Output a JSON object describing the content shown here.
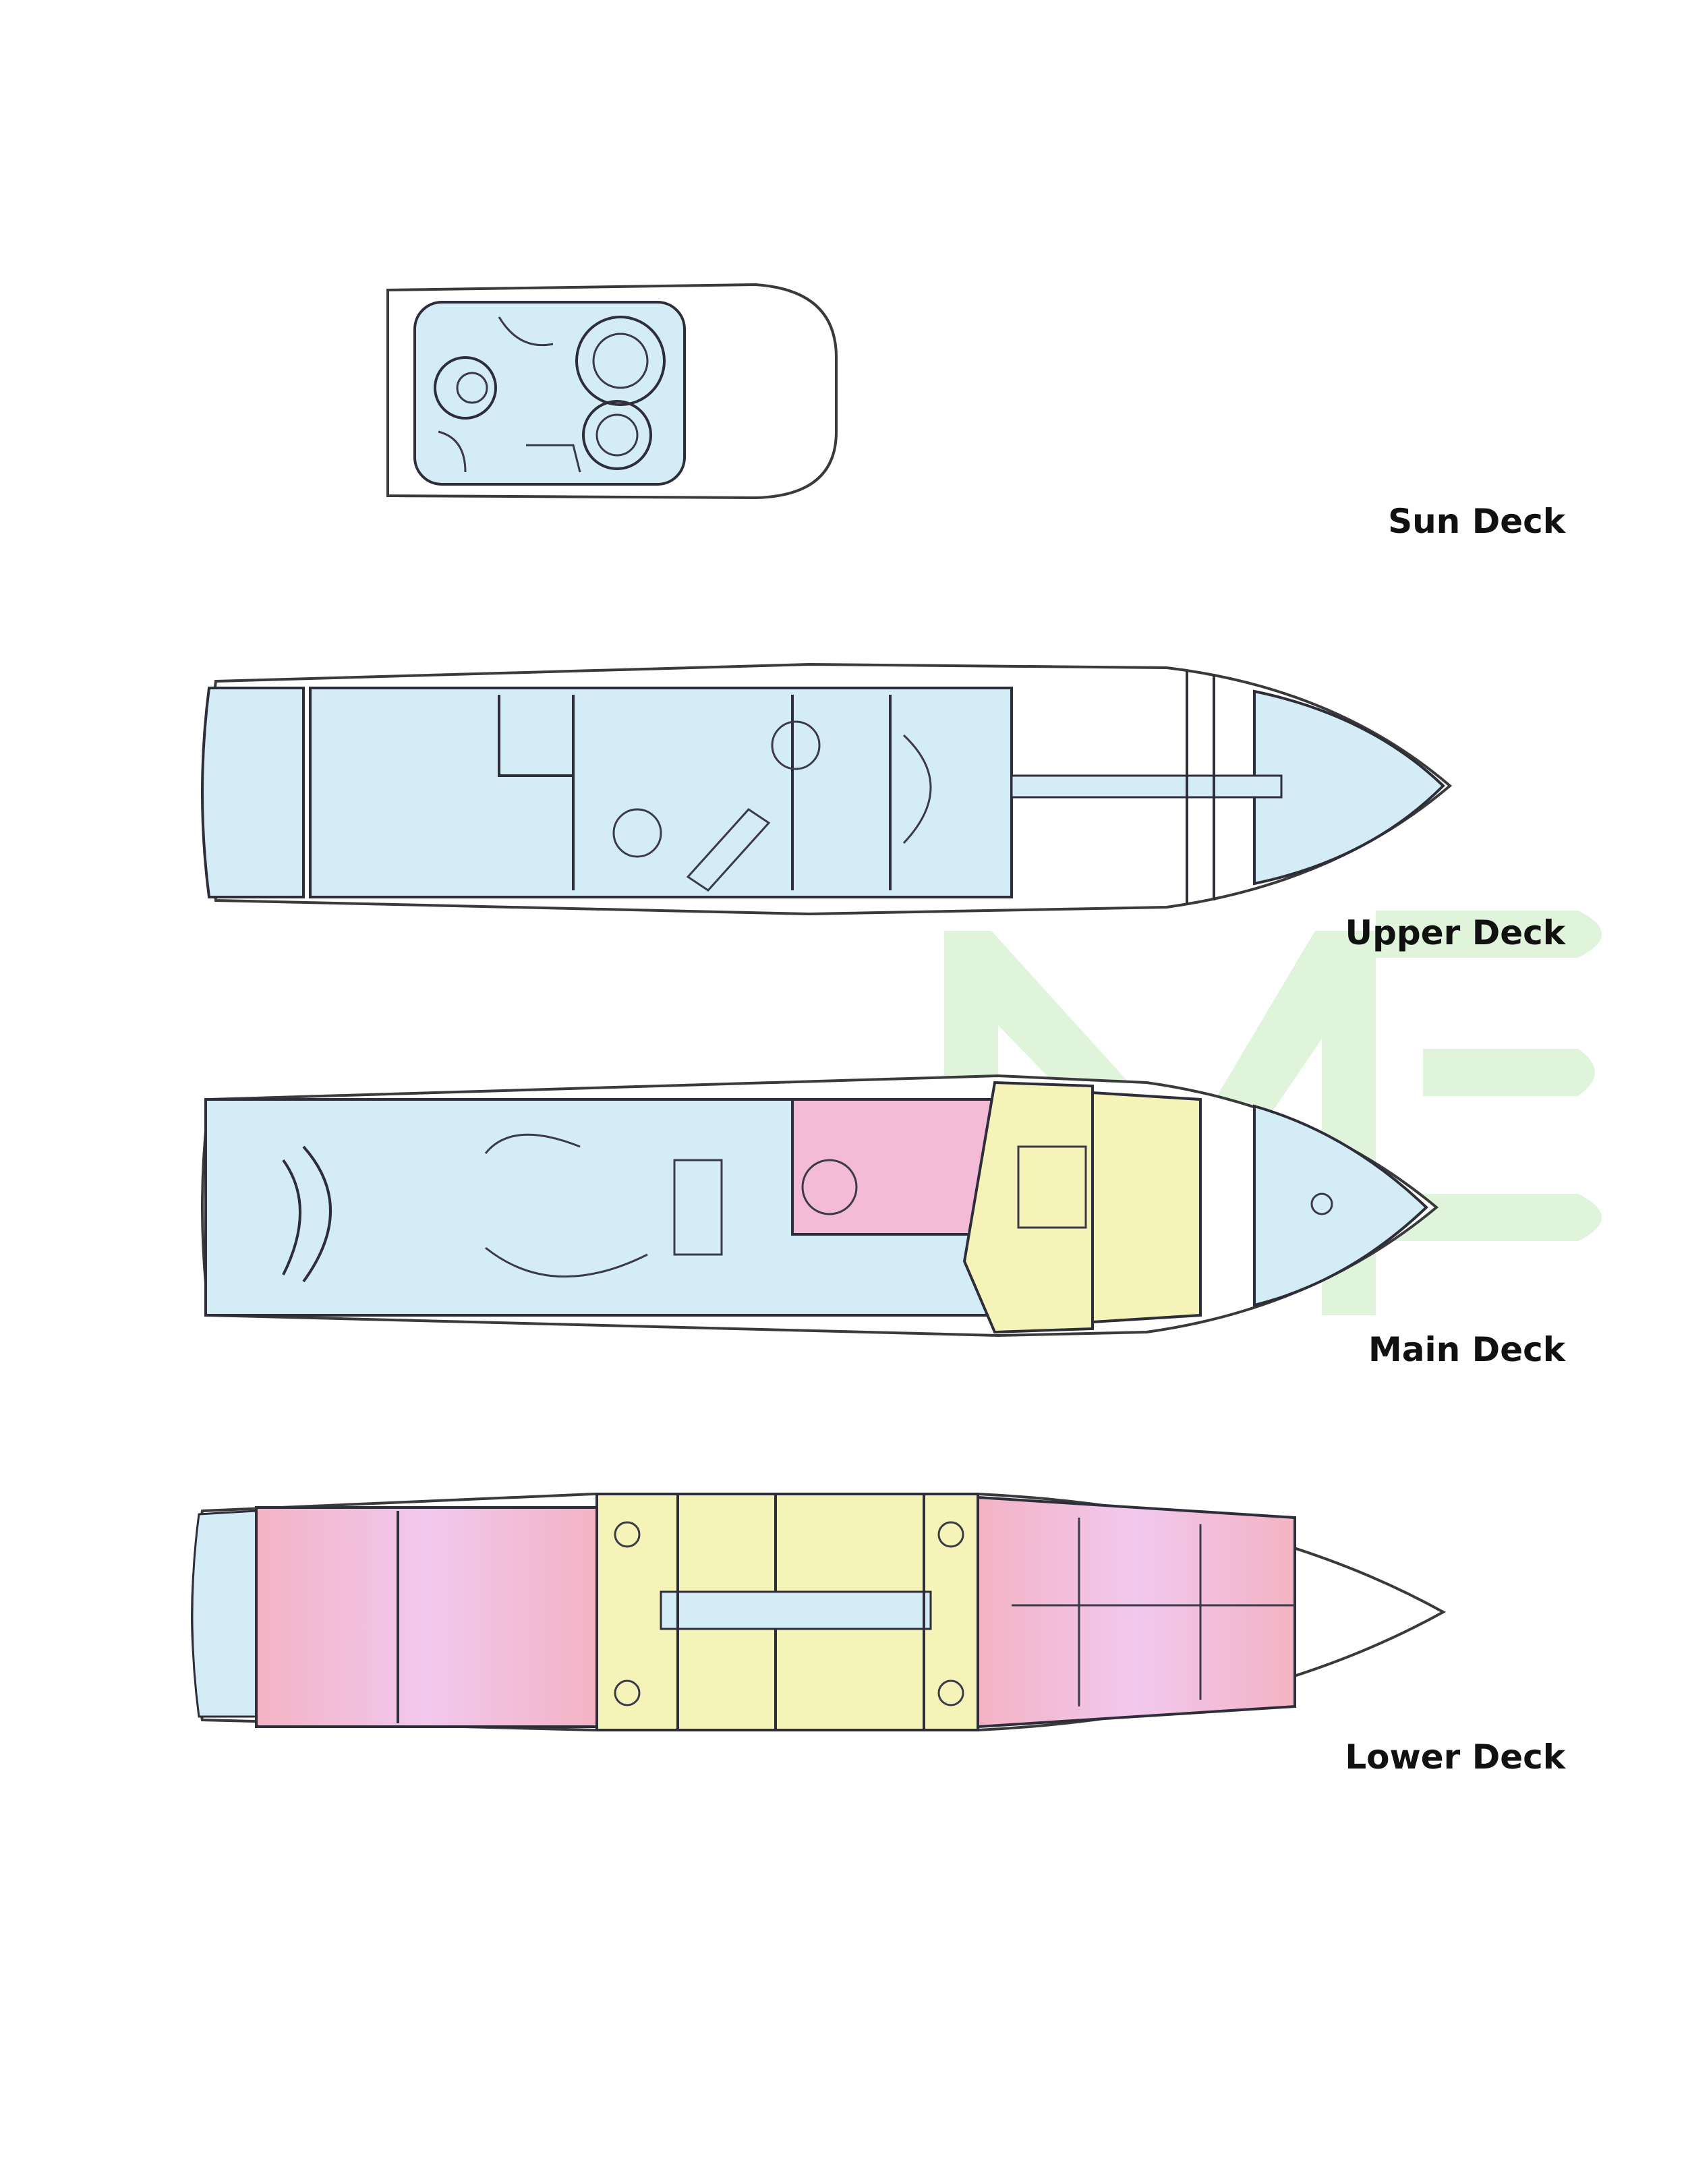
{
  "title": "Yacht Deck Plan",
  "decks": [
    {
      "id": "sun",
      "label": "Sun Deck"
    },
    {
      "id": "upper",
      "label": "Upper Deck"
    },
    {
      "id": "main",
      "label": "Main Deck"
    },
    {
      "id": "lower",
      "label": "Lower Deck"
    }
  ],
  "watermark": "ME",
  "colors": {
    "exterior_blue": "#d4ecf5",
    "guest_yellow": "#f5f3b8",
    "crew_pink": "#f3b9cd",
    "watermark_green": "#d6f0cf"
  }
}
